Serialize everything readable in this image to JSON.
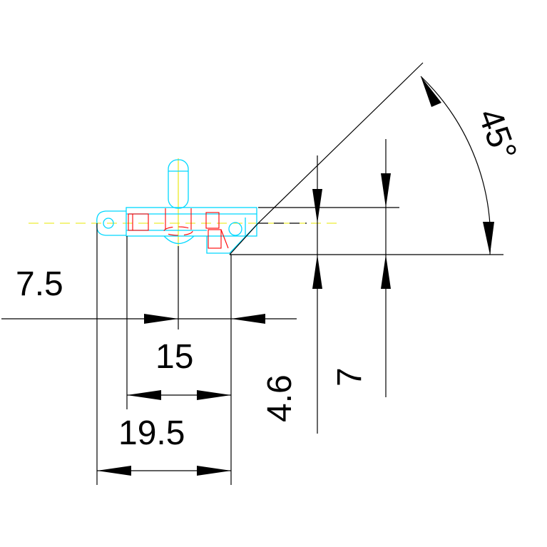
{
  "drawing": {
    "colors": {
      "background": "#ffffff",
      "dimension_lines": "#000000",
      "part_outline": "#00d8ff",
      "hidden_features": "#ff0000",
      "center_lines": "#e8e800"
    },
    "dimensions": {
      "d_7_5": "7.5",
      "d_15": "15",
      "d_19_5": "19.5",
      "d_4_6": "4.6",
      "d_7": "7",
      "angle_45": "45°"
    }
  }
}
